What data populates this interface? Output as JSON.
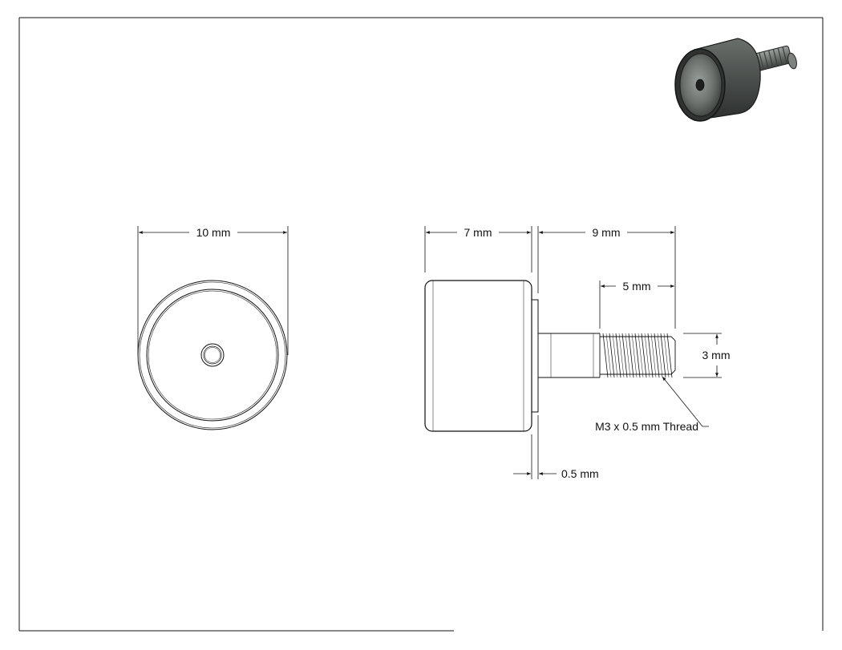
{
  "drawing": {
    "front_view": {
      "diameter_label": "10 mm"
    },
    "side_view": {
      "body_length_label": "7 mm",
      "stud_length_label": "9 mm",
      "thread_length_label": "5 mm",
      "thread_diameter_label": "3 mm",
      "thread_callout": "M3 x 0.5 mm Thread",
      "shoulder_label": "0.5 mm"
    },
    "iso_view": {
      "icon": "cam-follower-3d-render"
    }
  },
  "colors": {
    "line": "#111111",
    "render_body": "#3a3e3c",
    "render_highlight": "#8a8f8c",
    "frame": "#888888"
  }
}
